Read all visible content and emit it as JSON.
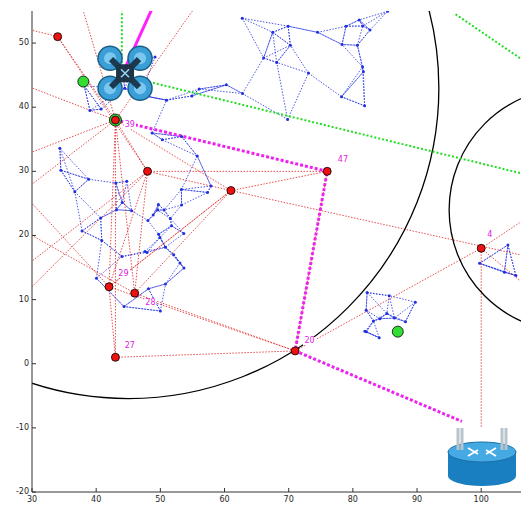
{
  "diagram": {
    "labels": [
      "30",
      "40",
      "50",
      "60",
      "70",
      "80",
      "90",
      "100",
      "-20",
      "-10",
      "0",
      "10",
      "20",
      "30",
      "40",
      "50",
      "39",
      "47",
      "4",
      "27",
      "29",
      "28",
      "20"
    ]
  }
}
